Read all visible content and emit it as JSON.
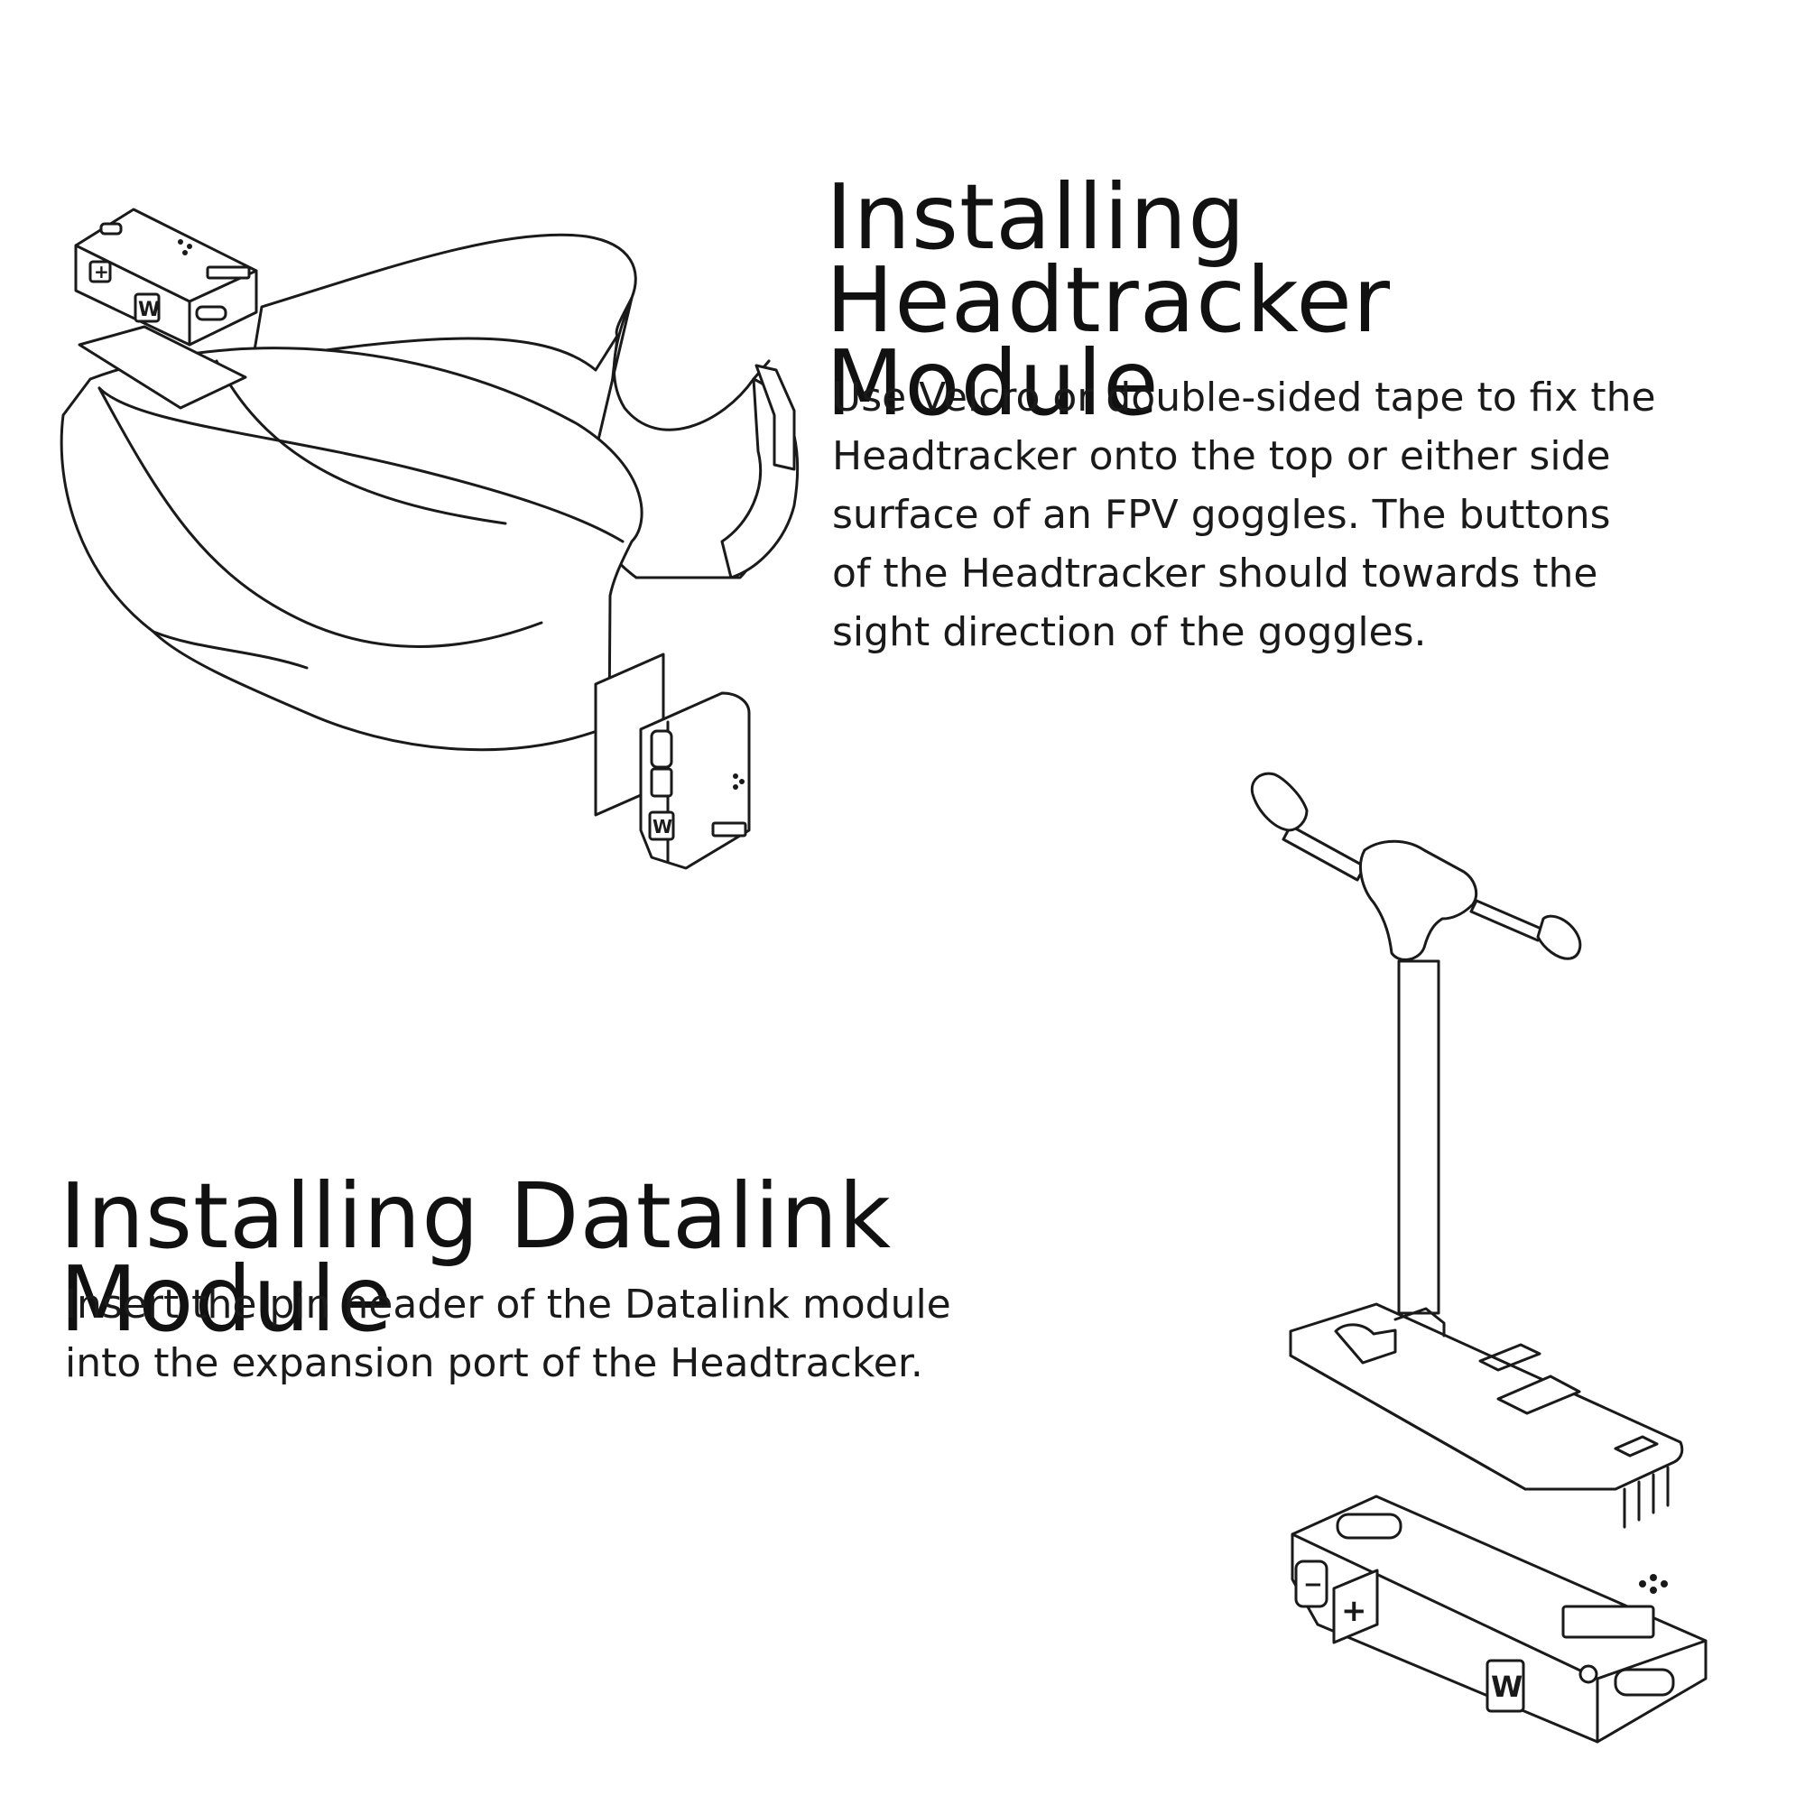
{
  "headtracker_section": {
    "title_line1": "Installing Headtracker",
    "title_line2": "Module",
    "description": [
      "Use Velcro or double-sided tape to fix the",
      "Headtracker onto the top or either side",
      "surface of an FPV goggles. The buttons",
      "of the Headtracker should towards the",
      "sight direction of the goggles."
    ]
  },
  "datalink_section": {
    "title": "Installing Datalink Module",
    "description": [
      "Insert the pin header of the Datalink module",
      "into the expansion port of the Headtracker."
    ]
  },
  "button_labels": {
    "w_button": "W",
    "plus_button": "+",
    "minus_button": "−"
  },
  "colors": {
    "background": "#ffffff",
    "ink": "#1a1a1a"
  }
}
